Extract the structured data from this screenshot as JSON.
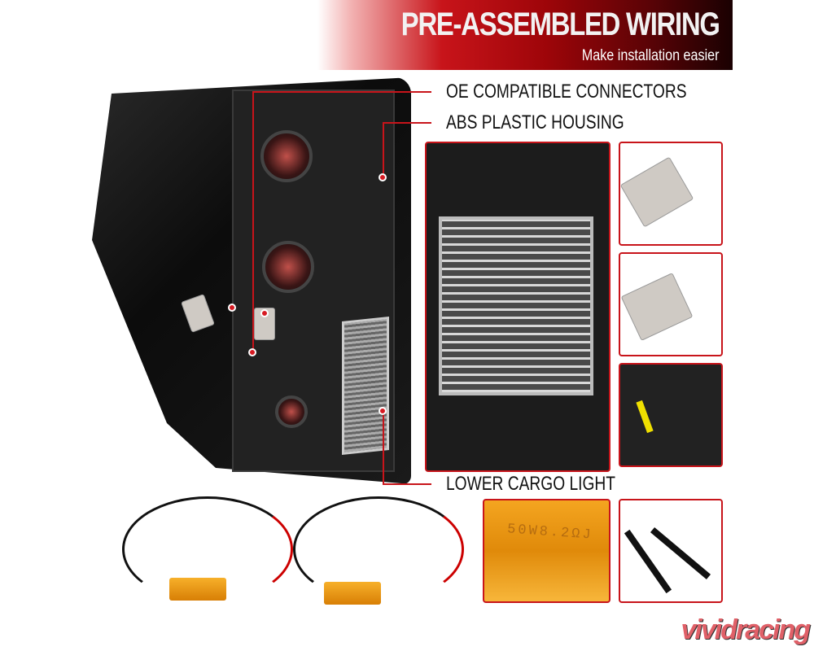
{
  "header": {
    "title": "PRE-ASSEMBLED WIRING",
    "subtitle": "Make installation easier"
  },
  "callouts": [
    "OE COMPATIBLE CONNECTORS",
    "ABS PLASTIC HOUSING",
    "LOWER CARGO LIGHT"
  ],
  "resistor_label": "50W8.2ΩJ",
  "watermark": "vividracing",
  "colors": {
    "accent": "#c8141a",
    "resistor": "#f0a020"
  }
}
